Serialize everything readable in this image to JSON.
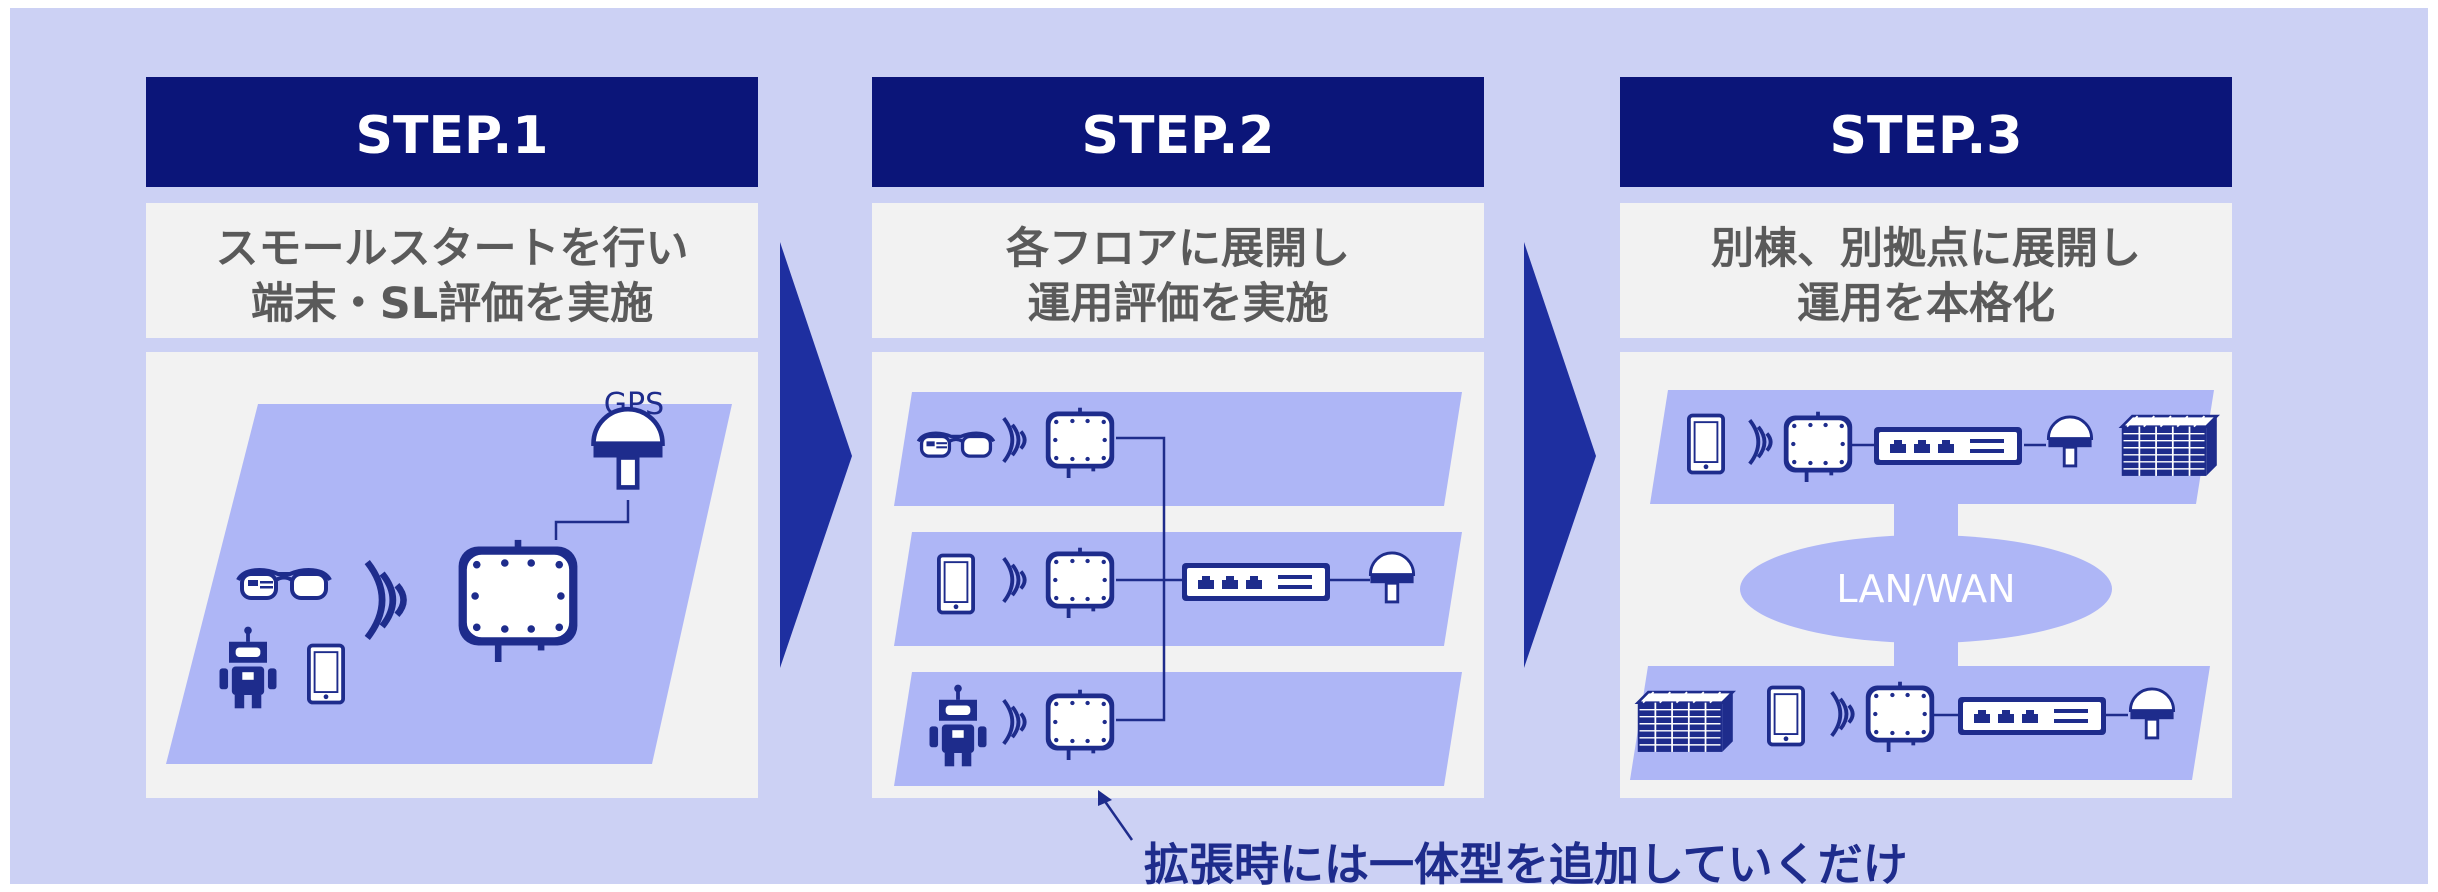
{
  "colors": {
    "background": "#ccd1f4",
    "header": "#0b1579",
    "panel": "#f2f2f2",
    "floor": "#aeb6f6",
    "arrow": "#1e2fa0",
    "icon": "#1e2c8c",
    "title_text": "#5a5a5a",
    "caption_text": "#1e2c8c"
  },
  "steps": [
    {
      "header": "STEP.1",
      "title_line1": "スモールスタートを行い",
      "title_line2": "端末・SL評価を実施"
    },
    {
      "header": "STEP.2",
      "title_line1": "各フロアに展開し",
      "title_line2": "運用評価を実施"
    },
    {
      "header": "STEP.3",
      "title_line1": "別棟、別拠点に展開し",
      "title_line2": "運用を本格化"
    }
  ],
  "labels": {
    "gps": "GPS",
    "network": "LAN/WAN",
    "caption": "拡張時には一体型を追加していくだけ"
  }
}
